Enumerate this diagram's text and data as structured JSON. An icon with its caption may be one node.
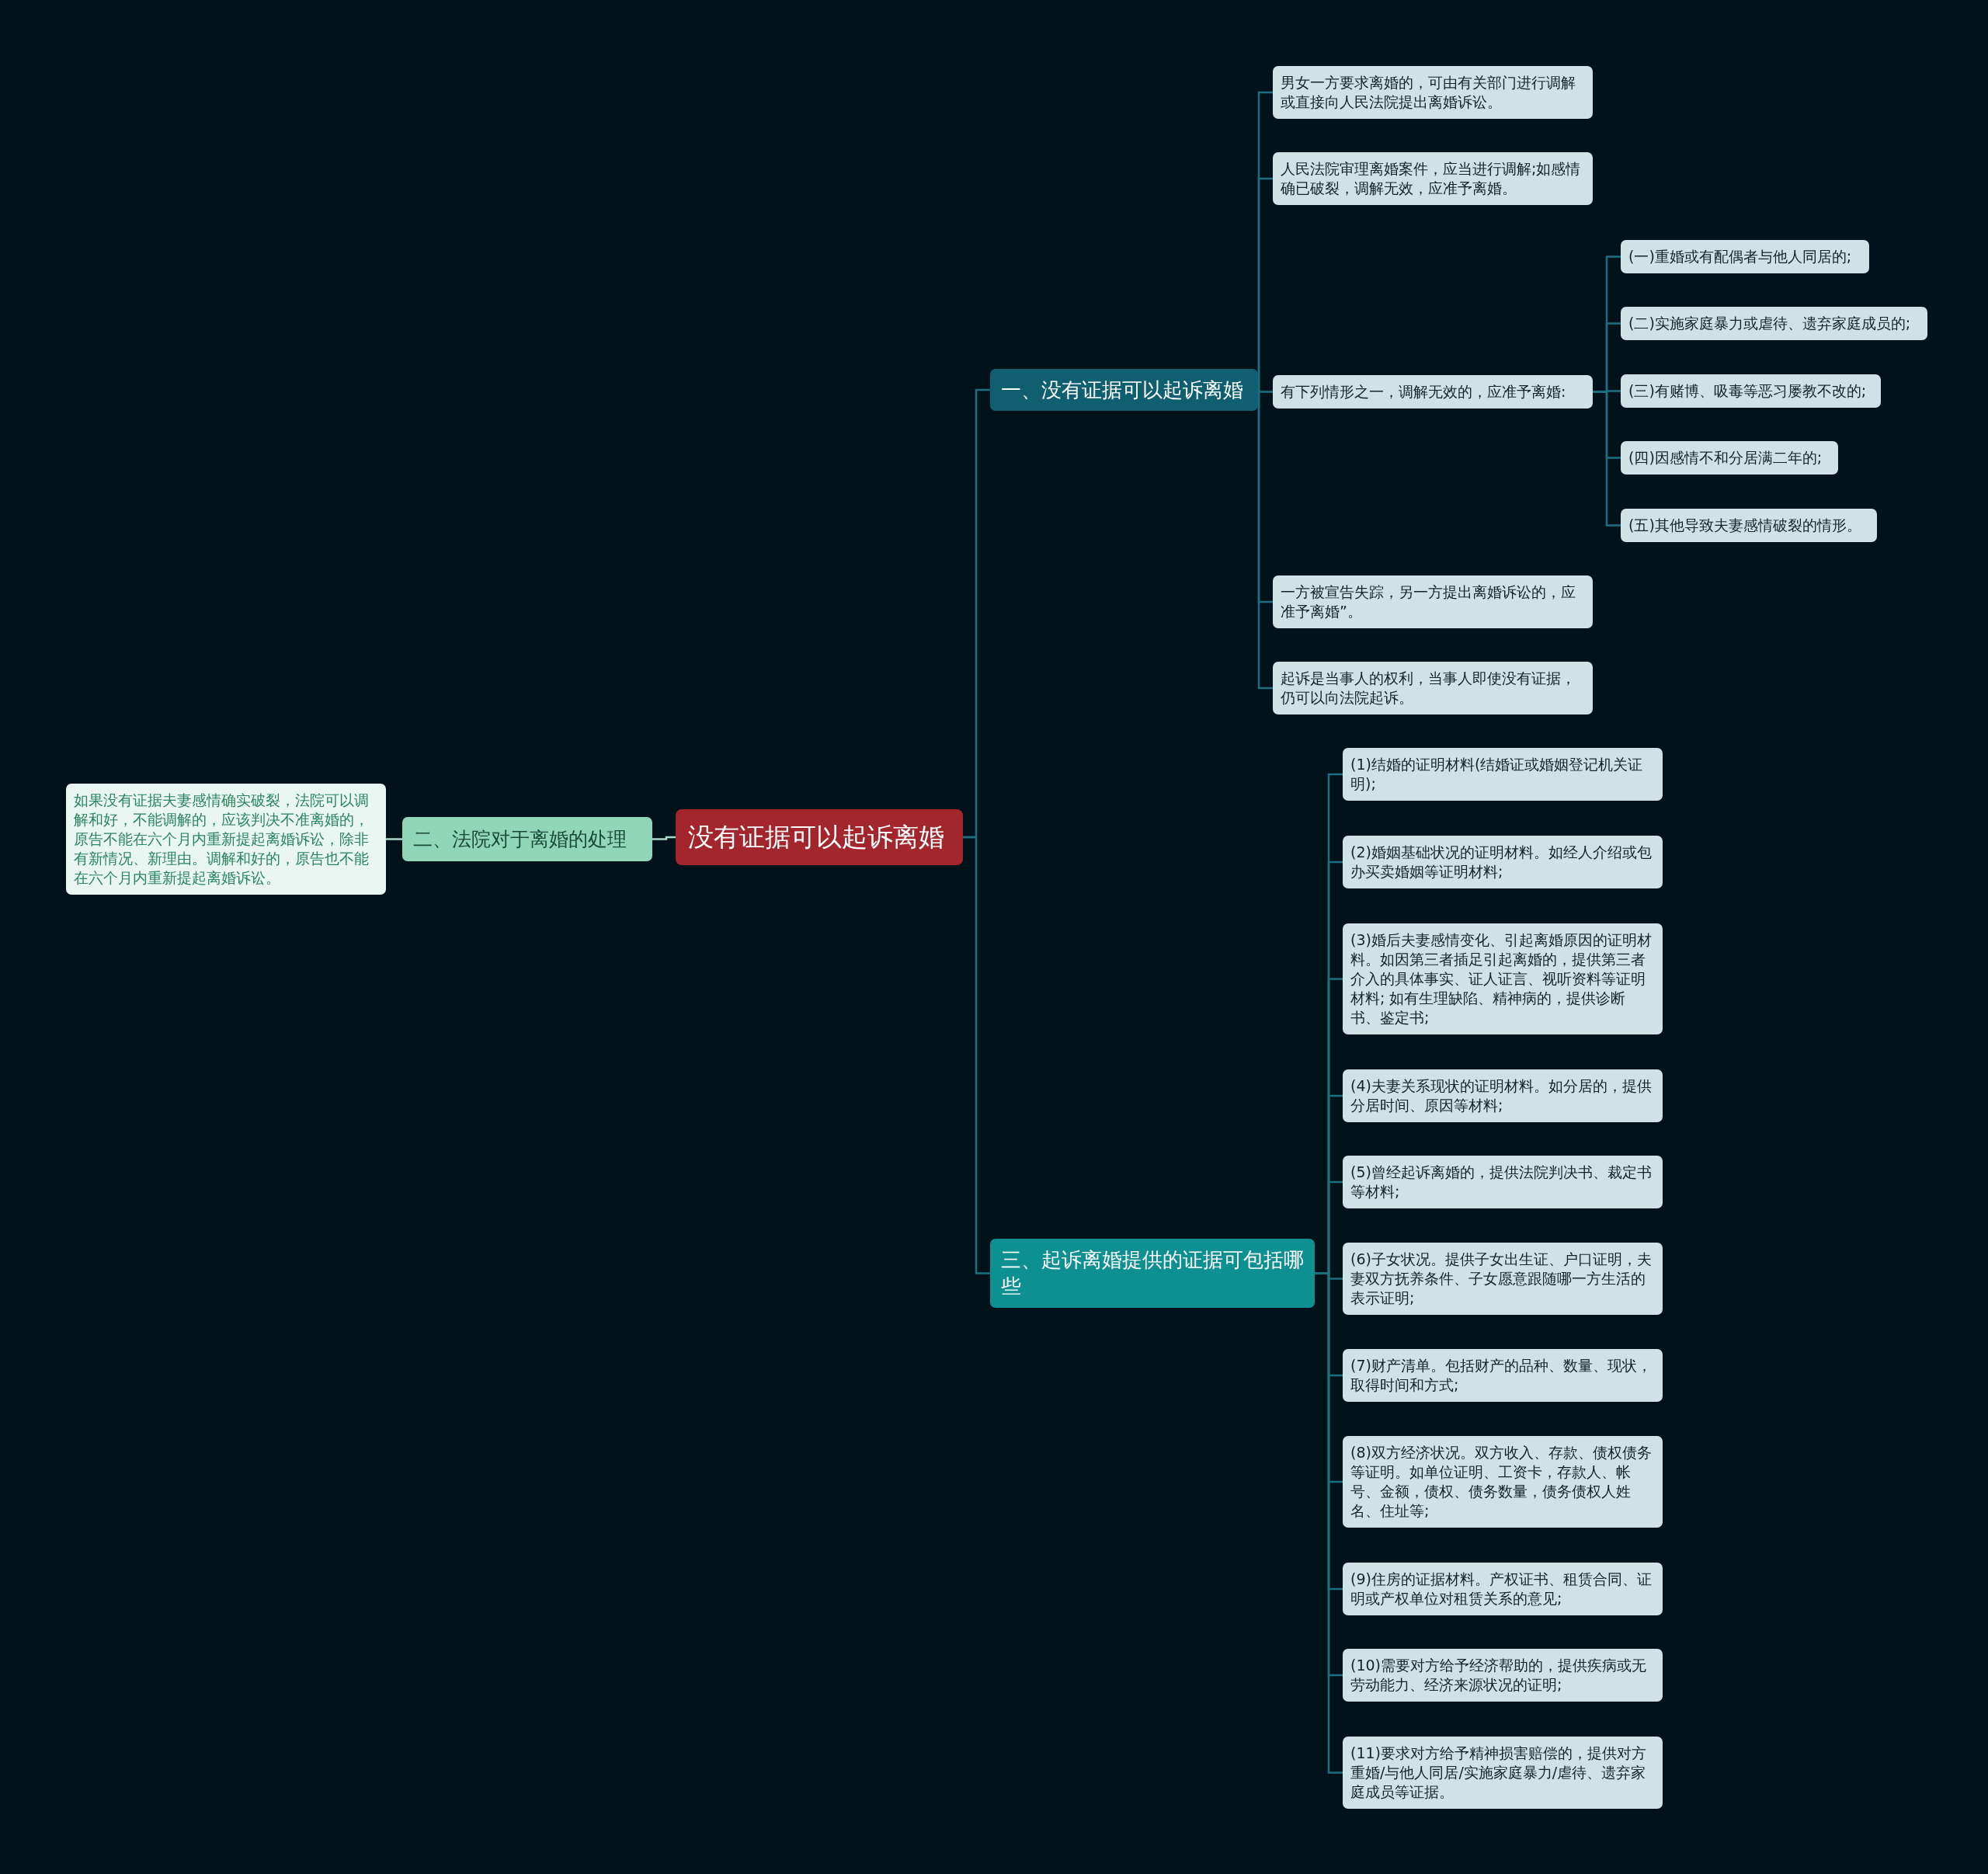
{
  "diagram": {
    "nodes": [
      {
        "text": [
          "没有证据可以起诉离婚"
        ]
      },
      {
        "text": [
          "一、没有证据可以起诉离婚"
        ]
      },
      {
        "text": [
          "男女一方要求离婚的，可由有关部门进行调解或直接向人民法院提出离婚诉讼。"
        ]
      },
      {
        "text": [
          "人民法院审理离婚案件，应当进行调解;如感情确已破裂，调解无效，应准予离婚。"
        ]
      },
      {
        "text": [
          "有下列情形之一，调解无效的，应准予离婚:"
        ]
      },
      {
        "text": [
          "(一)重婚或有配偶者与他人同居的;"
        ]
      },
      {
        "text": [
          "(二)实施家庭暴力或虐待、遗弃家庭成员的;"
        ]
      },
      {
        "text": [
          "(三)有赌博、吸毒等恶习屡教不改的;"
        ]
      },
      {
        "text": [
          "(四)因感情不和分居满二年的;"
        ]
      },
      {
        "text": [
          "(五)其他导致夫妻感情破裂的情形。"
        ]
      },
      {
        "text": [
          "一方被宣告失踪，另一方提出离婚诉讼的，应准予离婚”。"
        ]
      },
      {
        "text": [
          "起诉是当事人的权利，当事人即使没有证据，仍可以向法院起诉。"
        ]
      },
      {
        "text": [
          "三、起诉离婚提供的证据可包括哪些"
        ]
      },
      {
        "text": [
          "(1)结婚的证明材料(结婚证或婚姻登记机关证明);"
        ]
      },
      {
        "text": [
          "(2)婚姻基础状况的证明材料。如经人介绍或包办买卖婚姻等证明材料;"
        ]
      },
      {
        "text": [
          "(3)婚后夫妻感情变化、引起离婚原因的证明材料。如因第三者插足引起离婚的，提供第三者介入的具体事实、证人证言、视听资料等证明材料; 如有生理缺陷、精神病的，提供诊断书、鉴定书;"
        ]
      },
      {
        "text": [
          "(4)夫妻关系现状的证明材料。如分居的，提供分居时间、原因等材料;"
        ]
      },
      {
        "text": [
          "(5)曾经起诉离婚的，提供法院判决书、裁定书等材料;"
        ]
      },
      {
        "text": [
          "(6)子女状况。提供子女出生证、户口证明，夫妻双方抚养条件、子女愿意跟随哪一方生活的表示证明;"
        ]
      },
      {
        "text": [
          "(7)财产清单。包括财产的品种、数量、现状，取得时间和方式;"
        ]
      },
      {
        "text": [
          "(8)双方经济状况。双方收入、存款、债权债务等证明。如单位证明、工资卡，存款人、帐号、金额，债权、债务数量，债务债权人姓名、住址等;"
        ]
      },
      {
        "text": [
          "(9)住房的证据材料。产权证书、租赁合同、证明或产权单位对租赁关系的意见;"
        ]
      },
      {
        "text": [
          "(10)需要对方给予经济帮助的，提供疾病或无劳动能力、经济来源状况的证明;"
        ]
      },
      {
        "text": [
          "(11)要求对方给予精神损害赔偿的，提供对方重婚/与他人同居/实施家庭暴力/虐待、遗弃家庭成员等证据。"
        ]
      },
      {
        "text": [
          "二、法院对于离婚的处理"
        ]
      },
      {
        "text": [
          "如果没有证据夫妻感情确实破裂，法院可以调解和好，不能调解的，应该判决不准离婚的，原告不能在六个月内重新提起离婚诉讼，除非有新情况、新理由。调解和好的，原告也不能在六个月内重新提起离婚诉讼。"
        ]
      }
    ],
    "edges": [
      {
        "from": 0,
        "to": 1,
        "arrow": "none"
      },
      {
        "from": 1,
        "to": 2,
        "arrow": "none"
      },
      {
        "from": 1,
        "to": 3,
        "arrow": "none"
      },
      {
        "from": 1,
        "to": 4,
        "arrow": "none"
      },
      {
        "from": 4,
        "to": 5,
        "arrow": "none"
      },
      {
        "from": 4,
        "to": 6,
        "arrow": "none"
      },
      {
        "from": 4,
        "to": 7,
        "arrow": "none"
      },
      {
        "from": 4,
        "to": 8,
        "arrow": "none"
      },
      {
        "from": 4,
        "to": 9,
        "arrow": "none"
      },
      {
        "from": 1,
        "to": 10,
        "arrow": "none"
      },
      {
        "from": 1,
        "to": 11,
        "arrow": "none"
      },
      {
        "from": 0,
        "to": 12,
        "arrow": "none"
      },
      {
        "from": 12,
        "to": 13,
        "arrow": "none"
      },
      {
        "from": 12,
        "to": 14,
        "arrow": "none"
      },
      {
        "from": 12,
        "to": 15,
        "arrow": "none"
      },
      {
        "from": 12,
        "to": 16,
        "arrow": "none"
      },
      {
        "from": 12,
        "to": 17,
        "arrow": "none"
      },
      {
        "from": 12,
        "to": 18,
        "arrow": "none"
      },
      {
        "from": 12,
        "to": 19,
        "arrow": "none"
      },
      {
        "from": 12,
        "to": 20,
        "arrow": "none"
      },
      {
        "from": 12,
        "to": 21,
        "arrow": "none"
      },
      {
        "from": 12,
        "to": 22,
        "arrow": "none"
      },
      {
        "from": 12,
        "to": 23,
        "arrow": "none"
      },
      {
        "from": 0,
        "to": 24,
        "arrow": "none",
        "color": "#a9d9c6"
      },
      {
        "from": 24,
        "to": 25,
        "arrow": "none",
        "color": "#a9d9c6"
      }
    ]
  }
}
